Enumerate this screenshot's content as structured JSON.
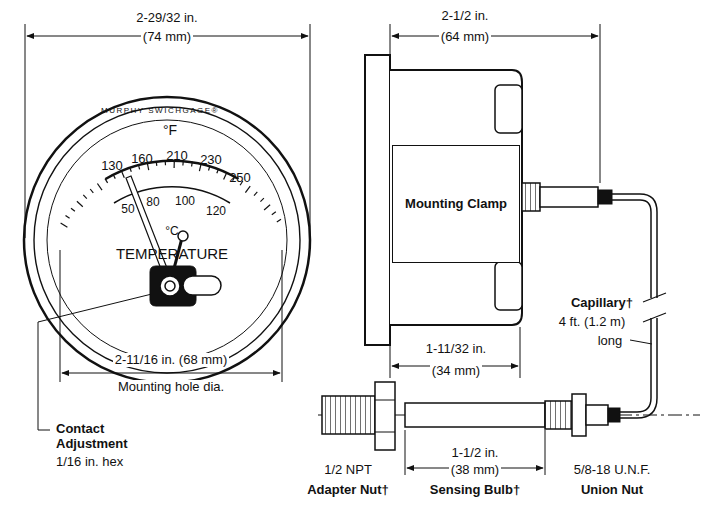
{
  "diagram": {
    "nodes": [
      {
        "text": [
          "Mounting Clamp"
        ]
      }
    ],
    "labels": [
      "2-29/32 in.",
      "(74 mm)",
      "2-1/2 in.",
      "(64 mm)",
      "MURPHY SWICHGAGE®",
      "°F",
      "130",
      "160",
      "210",
      "230",
      "250",
      "50",
      "80",
      "100",
      "120",
      "°C",
      "TEMPERATURE",
      "2-11/16 in. (68 mm)",
      "Mounting hole dia.",
      "Contact Adjustment",
      "1/16 in. hex",
      "1-11/32 in.",
      "(34 mm)",
      "Capillary†",
      "4 ft. (1.2 m)",
      "long",
      "1/2 NPT",
      "Adapter Nut†",
      "1-1/2 in.",
      "(38 mm)",
      "Sensing Bulb†",
      "5/8-18 U.N.F.",
      "Union Nut"
    ]
  }
}
